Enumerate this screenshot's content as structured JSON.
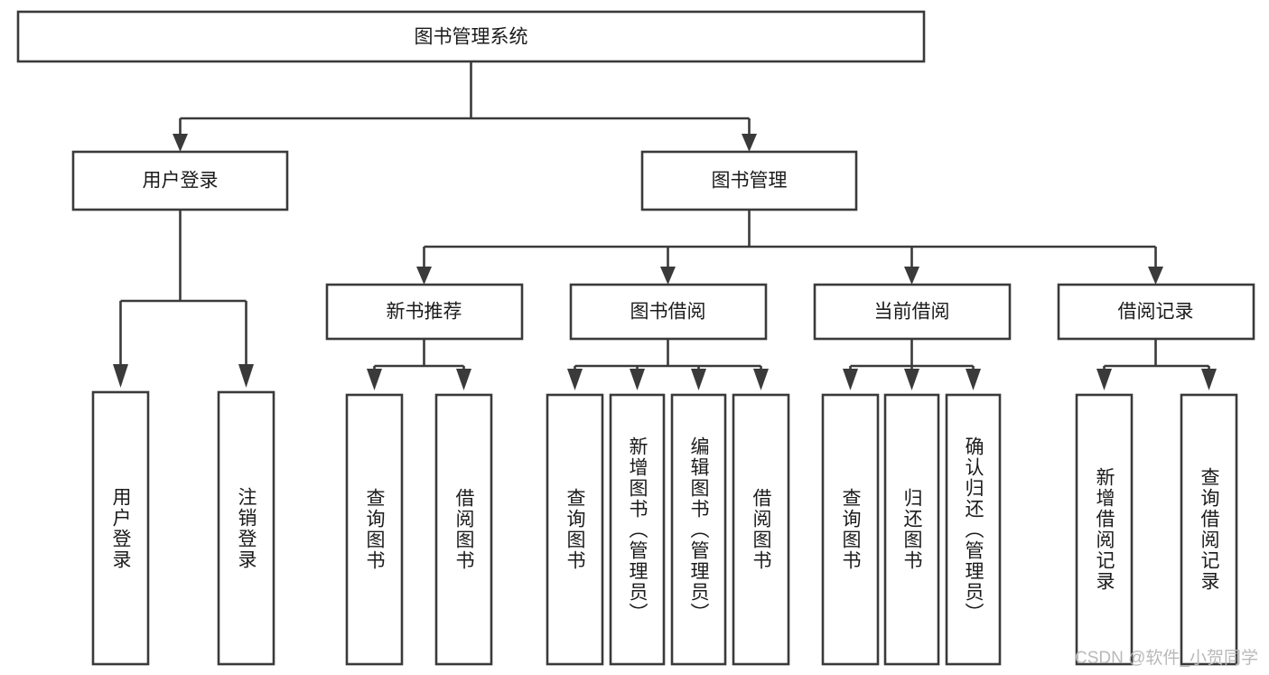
{
  "diagram": {
    "type": "tree",
    "title": "图书管理系统",
    "watermark": "CSDN @软件_小贺同学",
    "colors": {
      "box_stroke": "#3a3a3a",
      "box_fill": "#ffffff",
      "text": "#1b1b1b",
      "background": "#ffffff",
      "watermark": "#b9b9b9"
    },
    "root": {
      "label": "图书管理系统"
    },
    "level2": [
      {
        "label": "用户登录"
      },
      {
        "label": "图书管理"
      }
    ],
    "level3": [
      {
        "label": "新书推荐"
      },
      {
        "label": "图书借阅"
      },
      {
        "label": "当前借阅"
      },
      {
        "label": "借阅记录"
      }
    ],
    "leaves": {
      "user_login": [
        {
          "label": "用户登录"
        },
        {
          "label": "注销登录"
        }
      ],
      "new_book": [
        {
          "label": "查询图书"
        },
        {
          "label": "借阅图书"
        }
      ],
      "book_borrow": [
        {
          "label": "查询图书"
        },
        {
          "label": "新增图书（管理员）"
        },
        {
          "label": "编辑图书（管理员）"
        },
        {
          "label": "借阅图书"
        }
      ],
      "current_borrow": [
        {
          "label": "查询图书"
        },
        {
          "label": "归还图书"
        },
        {
          "label": "确认归还（管理员）"
        }
      ],
      "borrow_record": [
        {
          "label": "新增借阅记录"
        },
        {
          "label": "查询借阅记录"
        }
      ]
    }
  }
}
